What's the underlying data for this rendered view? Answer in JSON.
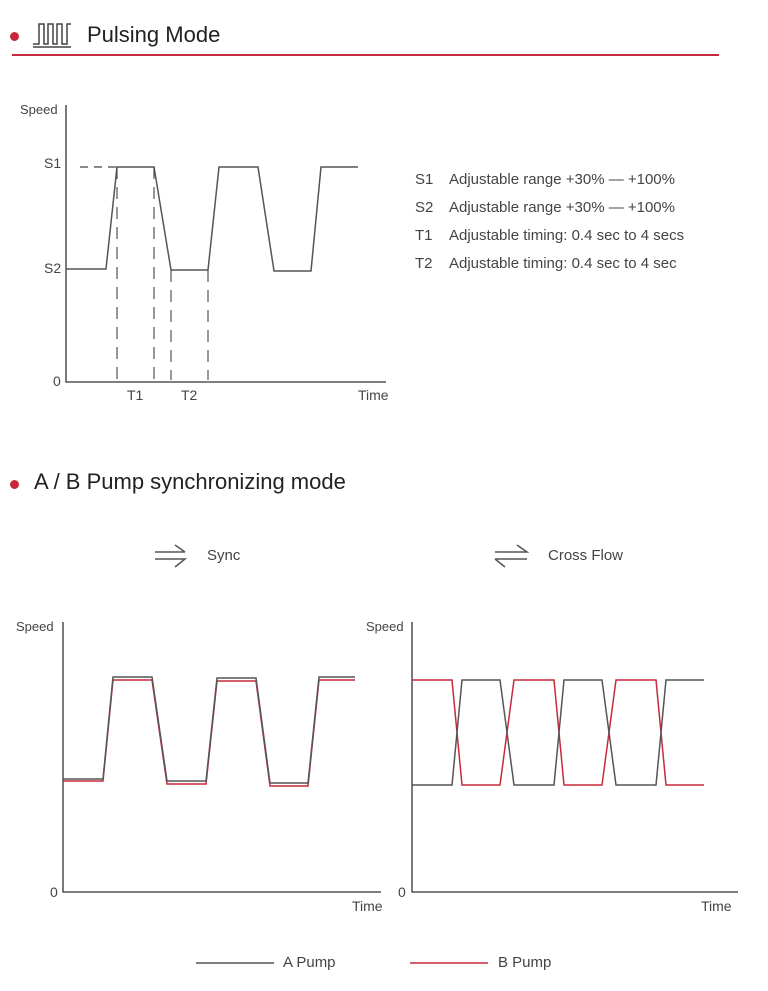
{
  "pulsing": {
    "title": "Pulsing Mode",
    "icon": "pulse-wave-icon",
    "axis": {
      "y_label": "Speed",
      "x_label": "Time",
      "origin": "0",
      "s1": "S1",
      "s2": "S2",
      "t1": "T1",
      "t2": "T2"
    },
    "specs": [
      {
        "key": "S1",
        "text": "Adjustable range +30% — +100%"
      },
      {
        "key": "S2",
        "text": "Adjustable range +30% — +100%"
      },
      {
        "key": "T1",
        "text": "Adjustable timing: 0.4 sec to 4 secs"
      },
      {
        "key": "T2",
        "text": "Adjustable timing: 0.4 sec to 4 sec"
      }
    ]
  },
  "sync_section": {
    "title": "A / B Pump synchronizing mode",
    "sync": {
      "label": "Sync",
      "y_label": "Speed",
      "x_label": "Time",
      "origin": "0"
    },
    "cross": {
      "label": "Cross Flow",
      "y_label": "Speed",
      "x_label": "Time",
      "origin": "0"
    }
  },
  "legend": {
    "a": "A  Pump",
    "b": "B  Pump"
  },
  "colors": {
    "accent": "#c8283c",
    "line_a": "#555555",
    "line_b": "#c8283c",
    "rule": "#c8283c"
  }
}
